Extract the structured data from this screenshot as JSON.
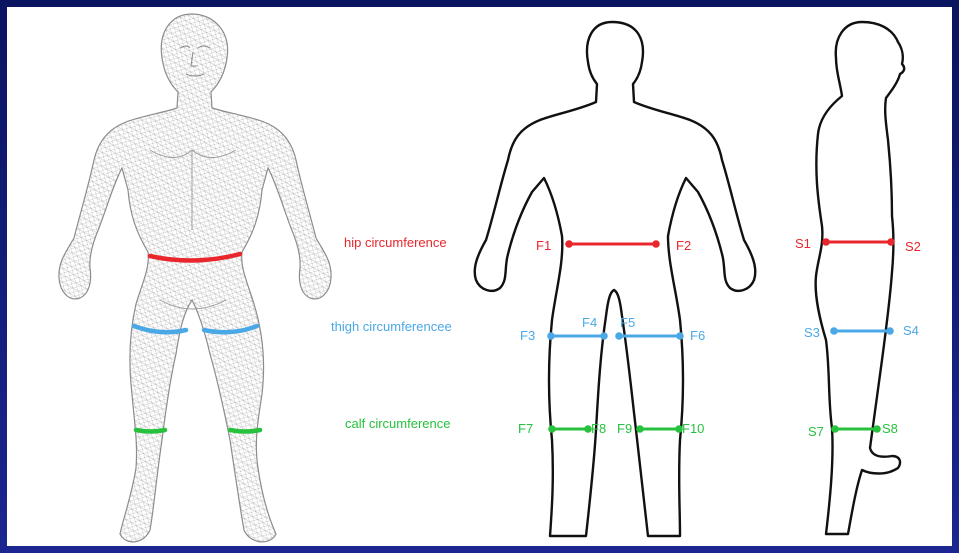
{
  "colors": {
    "hip": "#e8262b",
    "thigh": "#4aa8e6",
    "calf": "#27c23d",
    "outline": "#111111",
    "mesh": "#9a9a9a",
    "frame": "#121a78"
  },
  "measurements": {
    "hip": {
      "label": "hip circumference"
    },
    "thigh": {
      "label": "thigh circumferencee"
    },
    "calf": {
      "label": "calf circumference"
    }
  },
  "front_points": {
    "F1": "F1",
    "F2": "F2",
    "F3": "F3",
    "F4": "F4",
    "F5": "F5",
    "F6": "F6",
    "F7": "F7",
    "F8": "F8",
    "F9": "F9",
    "F10": "F10"
  },
  "side_points": {
    "S1": "S1",
    "S2": "S2",
    "S3": "S3",
    "S4": "S4",
    "S7": "S7",
    "S8": "S8"
  }
}
